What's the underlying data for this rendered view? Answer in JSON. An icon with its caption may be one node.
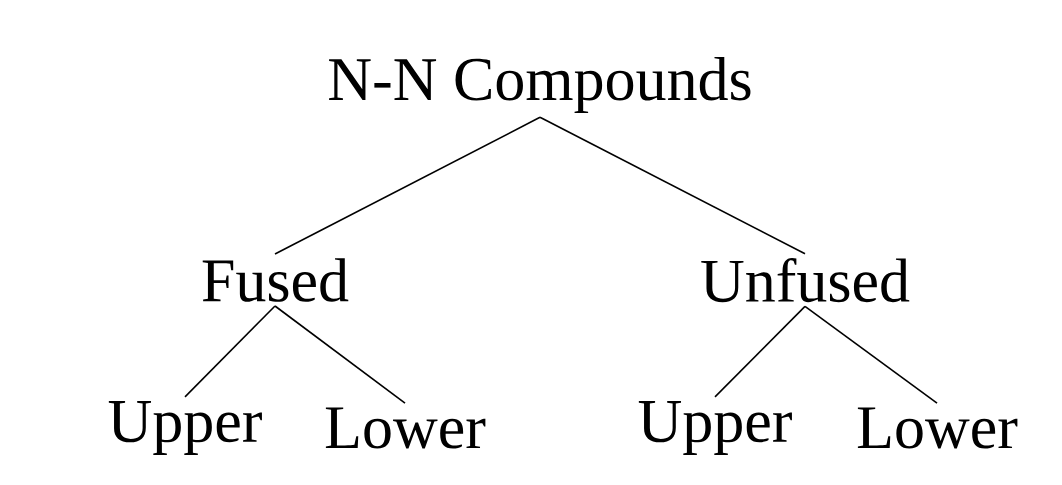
{
  "diagram": {
    "nodes": [
      {
        "text": [
          "N-N Compounds"
        ]
      },
      {
        "text": [
          "Fused"
        ]
      },
      {
        "text": [
          "Unfused"
        ]
      },
      {
        "text": [
          "Upper"
        ]
      },
      {
        "text": [
          "Lower"
        ]
      },
      {
        "text": [
          "Upper"
        ]
      },
      {
        "text": [
          "Lower"
        ]
      }
    ],
    "edges": [
      {
        "from": 0,
        "to": 1,
        "arrow": "none"
      },
      {
        "from": 0,
        "to": 2,
        "arrow": "none"
      },
      {
        "from": 1,
        "to": 3,
        "arrow": "none"
      },
      {
        "from": 1,
        "to": 4,
        "arrow": "none"
      },
      {
        "from": 2,
        "to": 5,
        "arrow": "none"
      },
      {
        "from": 2,
        "to": 6,
        "arrow": "none"
      }
    ]
  }
}
